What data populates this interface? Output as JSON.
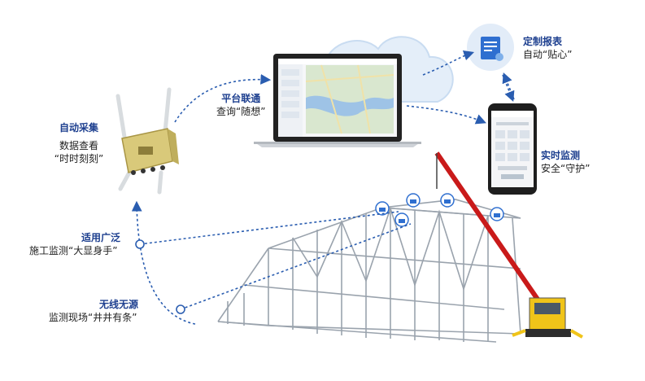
{
  "colors": {
    "accent": "#1d3f8f",
    "dash": "#2a5db0",
    "steel": "#9aa3ad",
    "crane": "#d21a1a",
    "cloud": "#e4eef9"
  },
  "labels": {
    "collect": {
      "title": "自动采集",
      "line1": "数据查看",
      "line2": "“时时刻刻”"
    },
    "platform": {
      "title": "平台联通",
      "sub": "查询“随想”"
    },
    "report": {
      "title": "定制报表",
      "sub": "自动“贴心”"
    },
    "monitor": {
      "title": "实时监测",
      "sub": "安全“守护”"
    },
    "applicable": {
      "title": "适用广泛",
      "sub": "施工监测“大显身手”"
    },
    "wireless": {
      "title": "无线无源",
      "sub": "监测现场“井井有条”"
    }
  },
  "icons": [
    "gateway-device-icon",
    "laptop-map-icon",
    "cloud-icon",
    "report-document-icon",
    "smartphone-icon",
    "wifi-sensor-icon",
    "steel-structure-image",
    "crane-truck-image"
  ]
}
